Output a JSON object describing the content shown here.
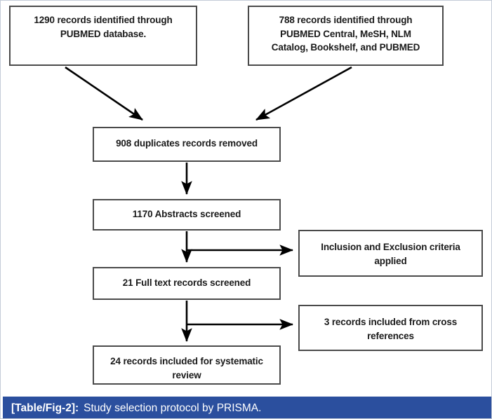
{
  "figure": {
    "caption_label": "[Table/Fig-2]:",
    "caption_text": "Study selection protocol by PRISMA.",
    "caption_bar_color": "#2b4f9e",
    "caption_text_color": "#ffffff",
    "box_border_color": "#4a4a4a",
    "box_fill_color": "#ffffff",
    "connector_color": "#000000"
  },
  "diagram": {
    "type": "prisma-flow-diagram",
    "boxes": [
      {
        "id": "source-pubmed",
        "text": "1290 records identified through\nPUBMED database.",
        "count": 1290,
        "stage": "identification"
      },
      {
        "id": "source-other",
        "text": "788 records identified through\nPUBMED Central, MeSH, NLM\nCatalog, Bookshelf, and PUBMED",
        "count": 788,
        "stage": "identification"
      },
      {
        "id": "duplicates",
        "text": "908 duplicates records removed",
        "count": 908,
        "stage": "screening"
      },
      {
        "id": "abstracts",
        "text": "1170 Abstracts screened",
        "count": 1170,
        "stage": "screening"
      },
      {
        "id": "criteria",
        "text": "Inclusion and Exclusion criteria\napplied",
        "stage": "eligibility-note"
      },
      {
        "id": "fulltext",
        "text": "21 Full text records screened",
        "count": 21,
        "stage": "eligibility"
      },
      {
        "id": "cross-refs",
        "text": "3 records included from cross\nreferences",
        "count": 3,
        "stage": "included-note"
      },
      {
        "id": "included",
        "text": "24 records included for systematic\nreview",
        "count": 24,
        "stage": "included"
      }
    ],
    "connectors": [
      {
        "from": "source-pubmed",
        "to": "duplicates",
        "style": "diagonal-arrow"
      },
      {
        "from": "source-other",
        "to": "duplicates",
        "style": "diagonal-arrow"
      },
      {
        "from": "duplicates",
        "to": "abstracts",
        "style": "vertical-arrow"
      },
      {
        "from": "abstracts",
        "to": "criteria",
        "style": "branch-right-arrow"
      },
      {
        "from": "abstracts",
        "to": "fulltext",
        "style": "vertical-arrow"
      },
      {
        "from": "fulltext",
        "to": "cross-refs",
        "style": "branch-right-arrow"
      },
      {
        "from": "fulltext",
        "to": "included",
        "style": "vertical-arrow"
      }
    ]
  }
}
